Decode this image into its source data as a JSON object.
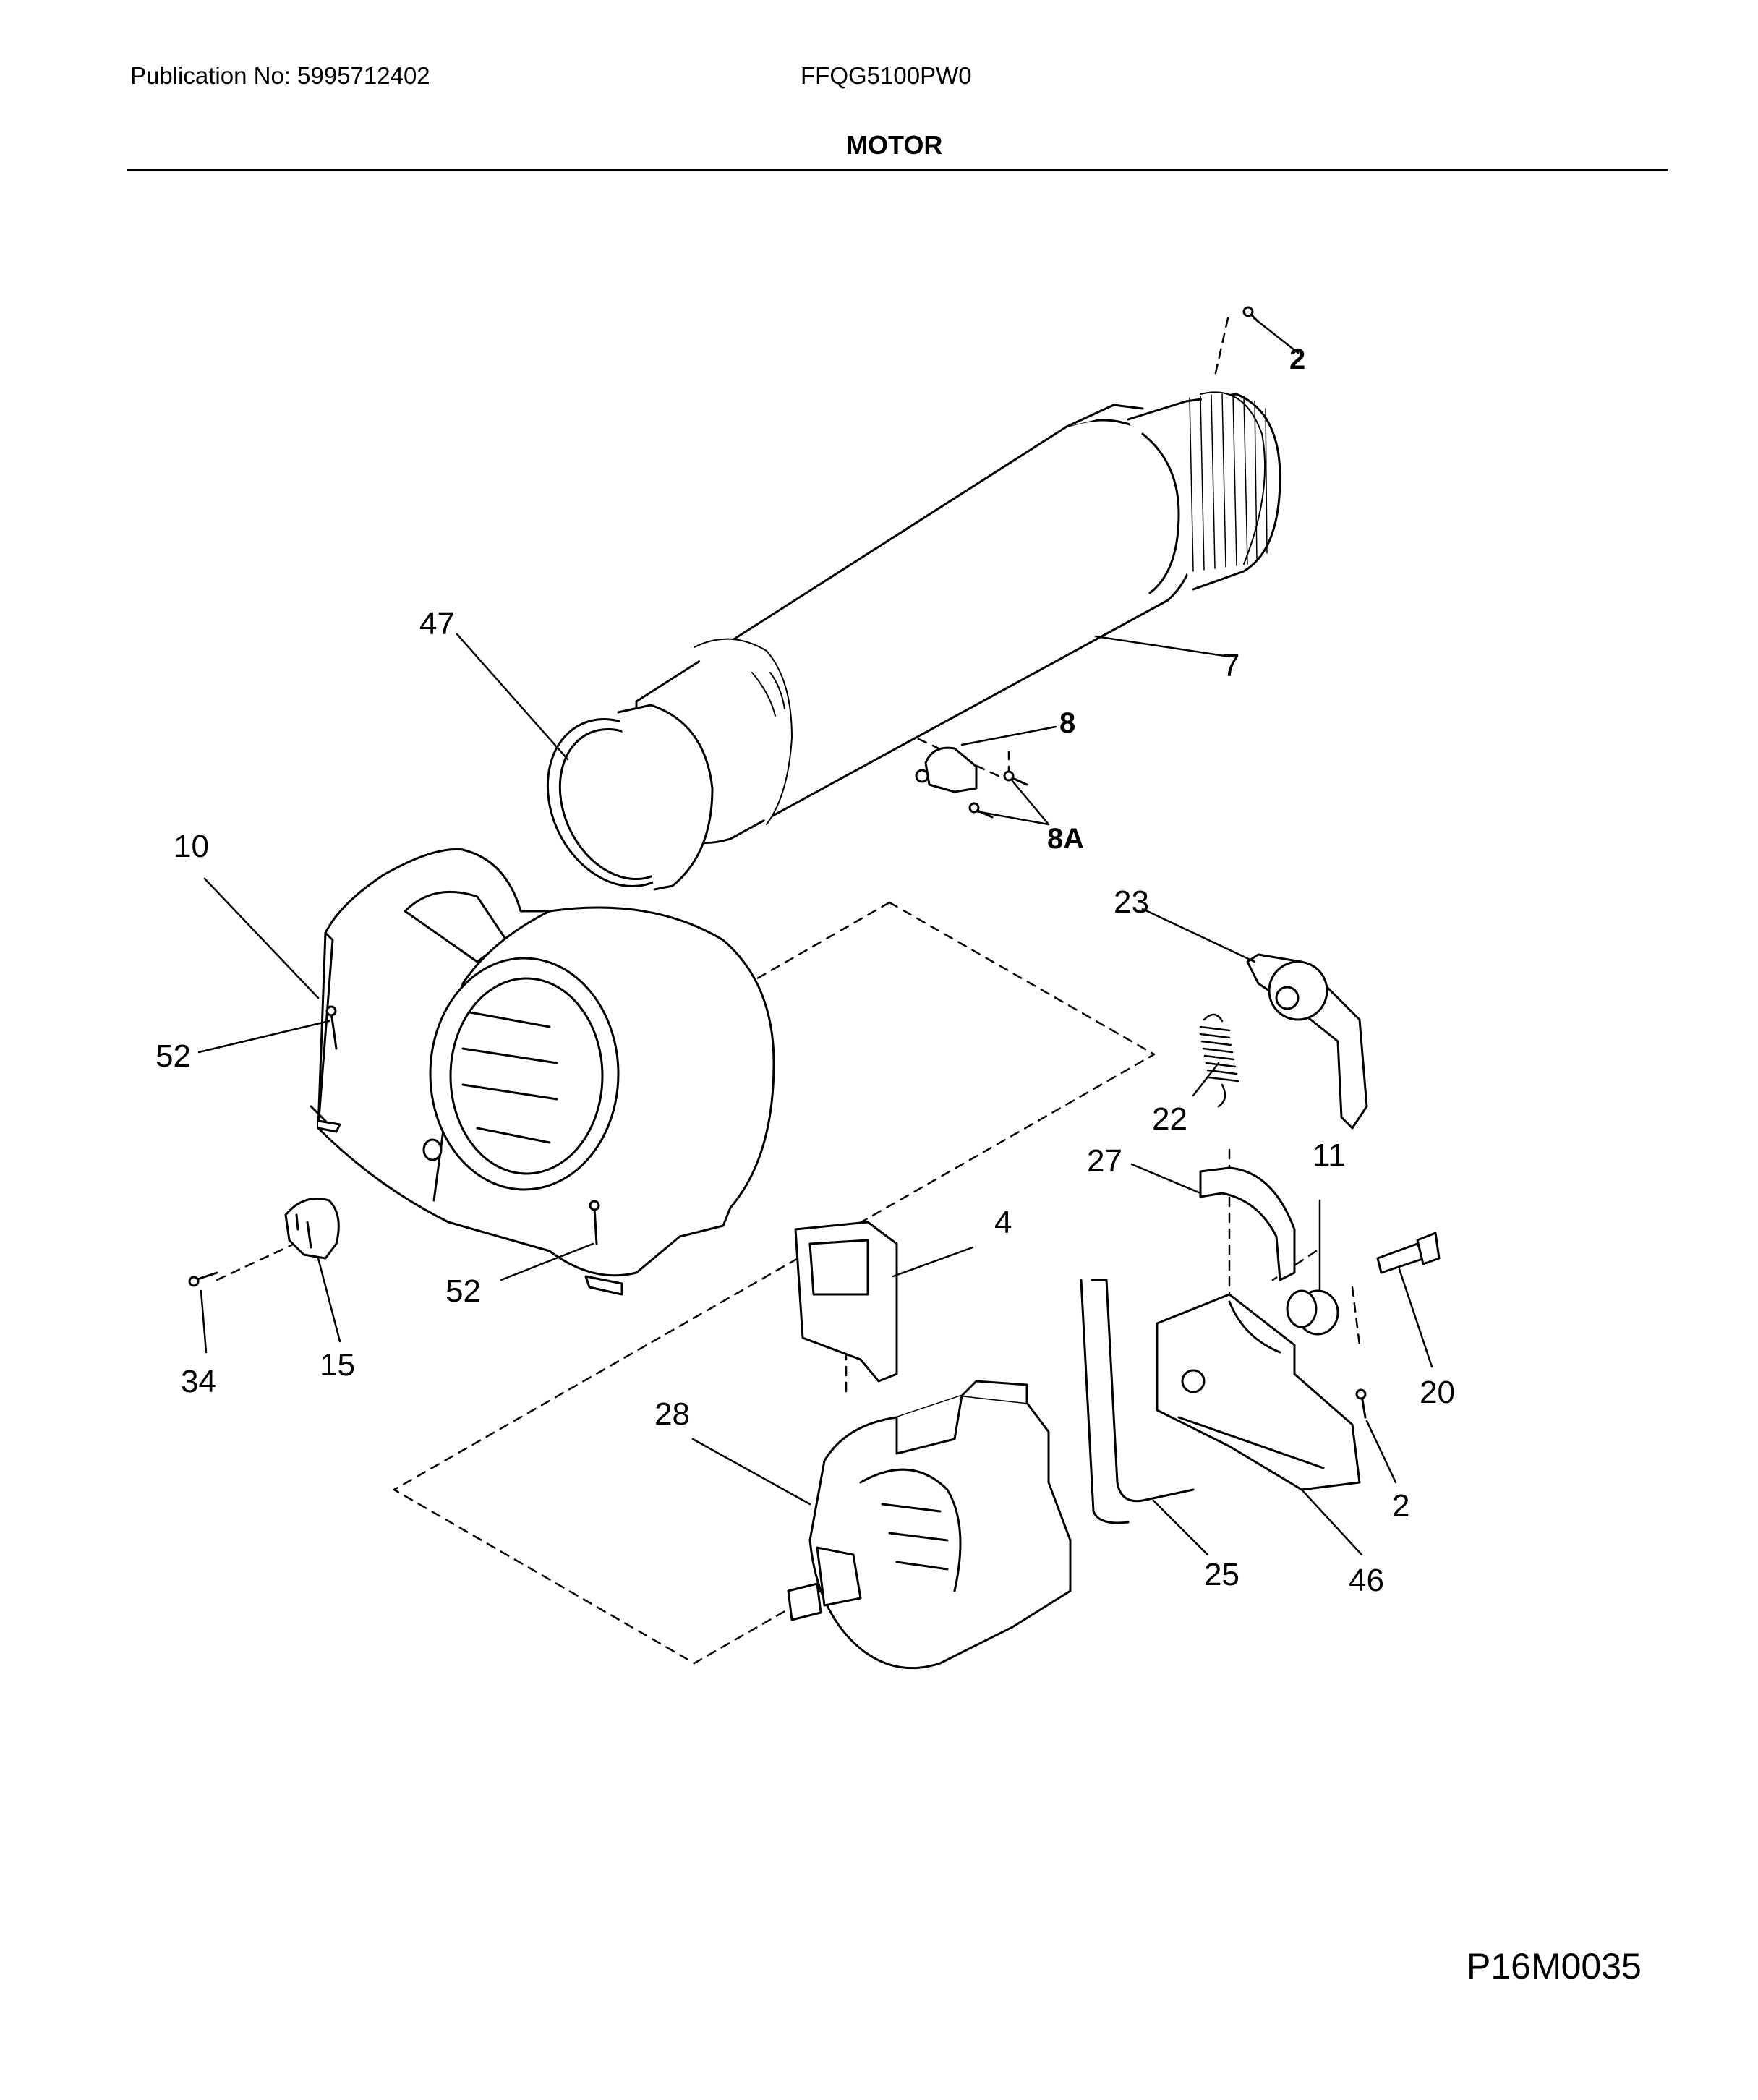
{
  "header": {
    "publication": "Publication No: 5995712402",
    "model": "FFQG5100PW0",
    "section_title": "MOTOR"
  },
  "figure_id": "P16M0035",
  "callouts": {
    "c2_top": "2",
    "c7": "7",
    "c8": "8",
    "c8a": "8A",
    "c47": "47",
    "c10": "10",
    "c52_left": "52",
    "c52_bottom": "52",
    "c23": "23",
    "c22": "22",
    "c27": "27",
    "c11": "11",
    "c4": "4",
    "c20": "20",
    "c34": "34",
    "c15": "15",
    "c28": "28",
    "c2_bottom": "2",
    "c25": "25",
    "c46": "46"
  },
  "colors": {
    "line": "#000000",
    "background": "#ffffff",
    "shade": "#f4f4f4"
  }
}
